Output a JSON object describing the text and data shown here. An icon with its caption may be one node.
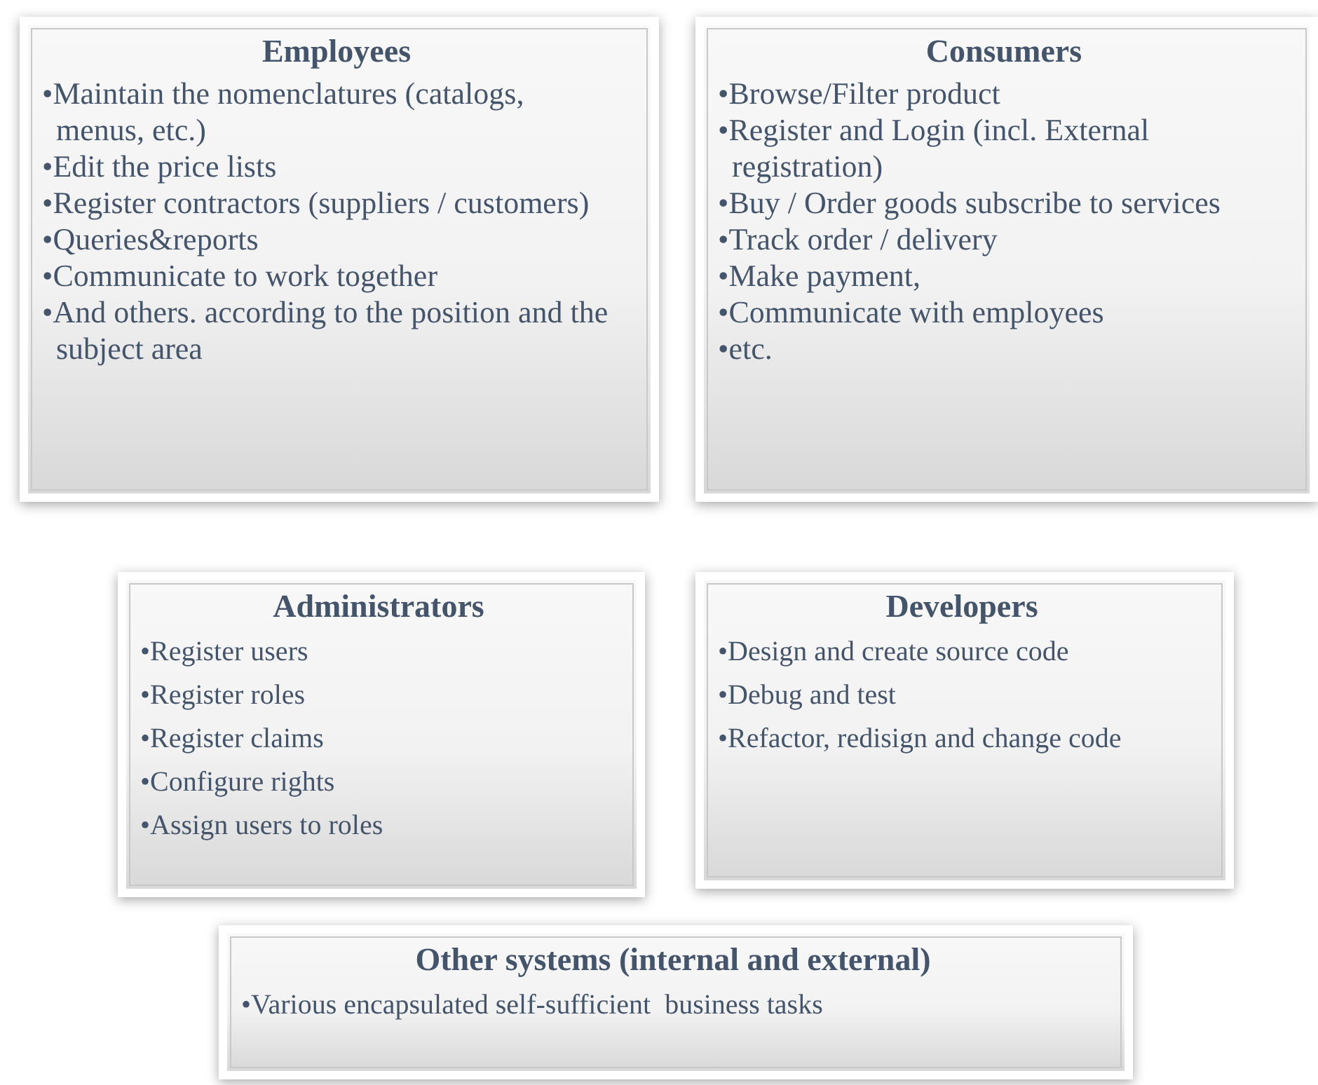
{
  "diagram": {
    "nodes": [
      {
        "text": [
          "Employees",
          "•Maintain the nomenclatures (catalogs, menus, etc.)",
          "•Edit the price lists",
          "•Register contractors (suppliers / customers)",
          "•Queries&reports",
          "•Communicate to work together",
          "•And others. according to the position and the subject area"
        ]
      },
      {
        "text": [
          "Consumers",
          "•Browse/Filter product",
          "•Register and Login (incl. External registration)",
          "•Buy / Order goods subscribe to services",
          "•Track order / delivery",
          "•Make payment,",
          "•Communicate with employees",
          "•etc."
        ]
      },
      {
        "text": [
          "Administrators",
          "•Register users",
          "•Register roles",
          "•Register claims",
          "•Configure rights",
          "•Assign users to roles"
        ]
      },
      {
        "text": [
          "Developers",
          "•Design and create source code",
          "•Debug and test",
          "•Refactor, redisign and change code"
        ]
      },
      {
        "text": [
          "Other systems (internal and external)",
          "•Various encapsulated self-sufficient  business tasks"
        ]
      }
    ]
  }
}
